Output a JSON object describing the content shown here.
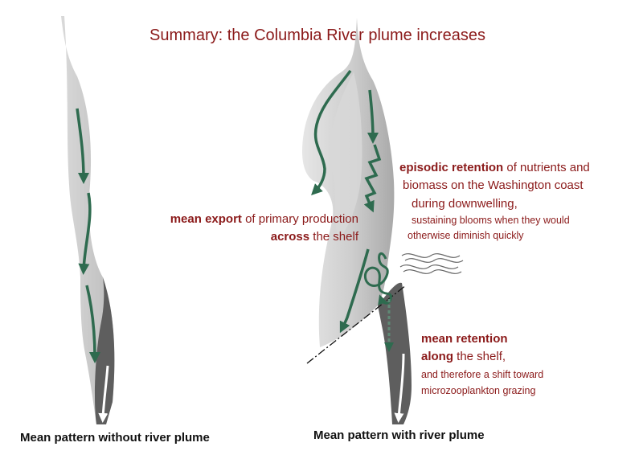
{
  "title": "Summary: the Columbia River plume increases",
  "left_panel": {
    "caption": "Mean pattern without river plume"
  },
  "right_panel": {
    "caption": "Mean pattern with river plume",
    "export_note": {
      "line1_bold": "mean export",
      "line1_rest": " of primary production",
      "line2_bold": "across",
      "line2_rest": " the shelf"
    },
    "episodic_note": {
      "line1_bold": "episodic retention",
      "line1_rest": " of nutrients and",
      "line2": "biomass on the Washington coast",
      "line3": "during downwelling,",
      "line4": "sustaining blooms when they would",
      "line5": "otherwise diminish quickly"
    },
    "retention_note": {
      "line1_bold": "mean retention",
      "line2_bold": "along",
      "line2_rest": " the shelf,",
      "line3": "and therefore a shift toward",
      "line4": "microzooplankton grazing"
    }
  },
  "colors": {
    "accent_text": "#8b1a1a",
    "arrow_green": "#2e6b4f",
    "plume_gray": "#c4c4c4",
    "coastal_dark_gray": "#5e5e5e"
  }
}
